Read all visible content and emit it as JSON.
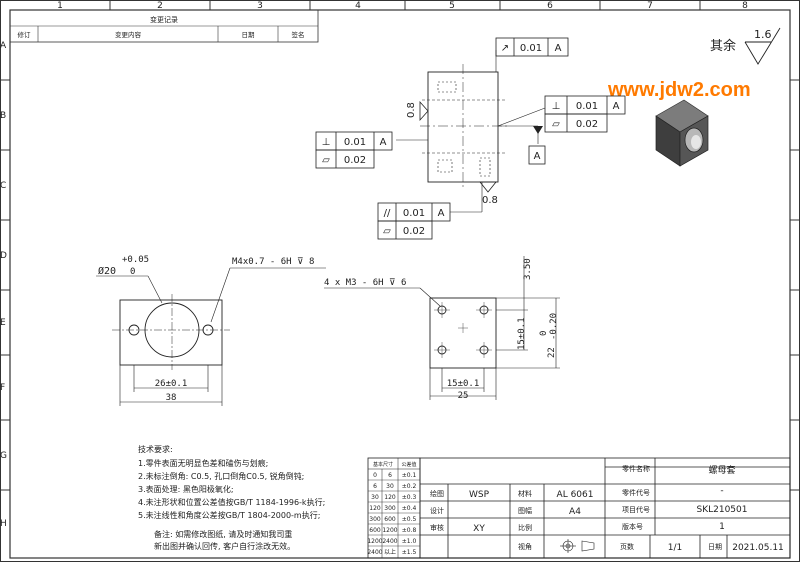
{
  "border": {
    "col_labels": [
      "1",
      "2",
      "3",
      "4",
      "5",
      "6",
      "7",
      "8"
    ],
    "row_labels": [
      "A",
      "B",
      "C",
      "D",
      "E",
      "F",
      "G",
      "H"
    ]
  },
  "revision_block": {
    "title": "变更记录",
    "col_rev": "修订",
    "col_content": "变更内容",
    "col_date": "日期",
    "col_sign": "签名"
  },
  "watermark": "www.jdw2.com",
  "surface_finish": {
    "label": "其余",
    "value": "1.6"
  },
  "front_view": {
    "tol_top": {
      "symbol": "↗",
      "value": "0.01",
      "datum": "A"
    },
    "tol_right": [
      {
        "symbol": "⊥",
        "value": "0.01",
        "datum": "A"
      },
      {
        "symbol": "▱",
        "value": "0.02"
      }
    ],
    "tol_left": [
      {
        "symbol": "⊥",
        "value": "0.01",
        "datum": "A"
      },
      {
        "symbol": "▱",
        "value": "0.02"
      }
    ],
    "tol_bottom": [
      {
        "symbol": "//",
        "value": "0.01",
        "datum": "A"
      },
      {
        "symbol": "▱",
        "value": "0.02"
      }
    ],
    "datum_label": "A",
    "roughness_left": "0.8",
    "roughness_bottom": "0.8"
  },
  "left_view": {
    "bore_dim_upper": "+0.05",
    "bore_dim_main": "Ø20",
    "bore_dim_lower": "0",
    "thread_callout": "M4x0.7 - 6H ⊽ 8",
    "dim_inner": "26±0.1",
    "dim_outer": "38"
  },
  "right_view": {
    "thread_callout": "4 x  M3 - 6H ⊽ 6",
    "dim_top": "3.50",
    "dim_vert_inner": "15±0.1",
    "dim_vert_tol": "0",
    "dim_vert_tol2": "-0.20",
    "dim_vert_outer": "22",
    "dim_inner": "15±0.1",
    "dim_outer": "25"
  },
  "tech_notes": {
    "title": "技术要求:",
    "items": [
      "1.零件表面无明显色差和磕伤与划痕;",
      "2.未标注倒角: C0.5, 孔口倒角C0.5, 锐角倒钝;",
      "3.表面处理: 黑色阳极氧化;",
      "4.未注形状和位置公差值按GB/T 1184-1996-k执行;",
      "5.未注线性和角度公差按GB/T 1804-2000-m执行;"
    ],
    "remark_line1": "备注: 如需修改图纸, 请及时通知我司重",
    "remark_line2": "新出图并确认回传, 客户自行涂改无效。"
  },
  "tolerance_table": {
    "headers": [
      "基本尺寸",
      "公差值"
    ],
    "rows": [
      [
        "0",
        "6",
        "±0.1"
      ],
      [
        "6",
        "30",
        "±0.2"
      ],
      [
        "30",
        "120",
        "±0.3"
      ],
      [
        "120",
        "300",
        "±0.4"
      ],
      [
        "300",
        "600",
        "±0.5"
      ],
      [
        "600",
        "1200",
        "±0.8"
      ],
      [
        "1200",
        "2400",
        "±1.0"
      ],
      [
        "2400",
        "以上",
        "±1.5"
      ]
    ]
  },
  "title_block": {
    "part_name_label": "零件名称",
    "part_name": "螺母套",
    "part_code_label": "零件代号",
    "part_code": "-",
    "project_code_label": "项目代号",
    "project_code": "SKL210501",
    "version_label": "版本号",
    "version": "1",
    "pages_label": "页数",
    "pages": "1/1",
    "date_label": "日期",
    "date": "2021.05.11",
    "draw_label": "绘图",
    "draw": "WSP",
    "material_label": "材料",
    "material": "AL 6061",
    "design_label": "设计",
    "design": "",
    "sheet_label": "图幅",
    "sheet": "A4",
    "review_label": "审核",
    "review": "XY",
    "scale_label": "比例",
    "scale": "",
    "view_label": "视角",
    "view": ""
  }
}
